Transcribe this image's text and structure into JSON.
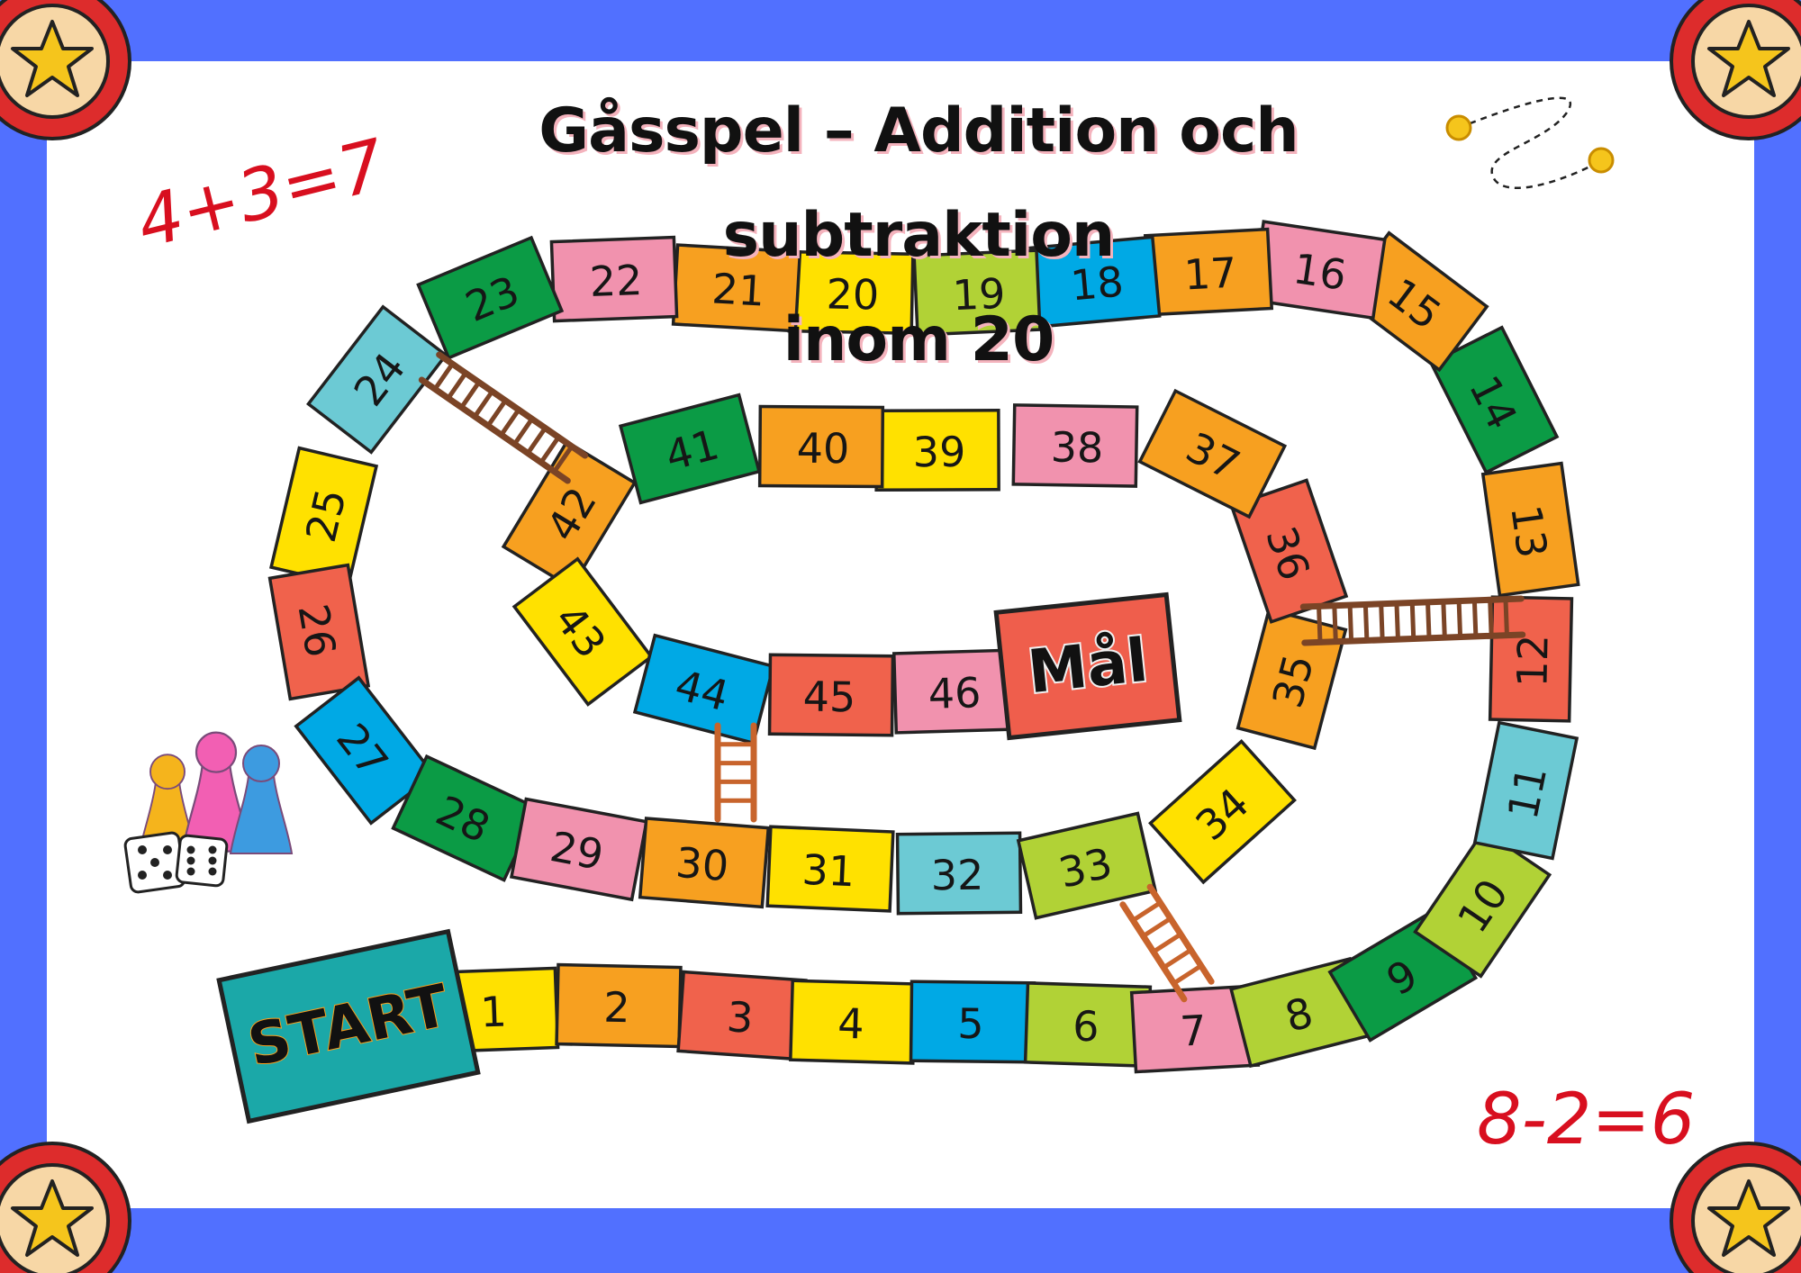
{
  "title_line1": "Gåsspel – Addition och subtraktion",
  "title_line2": "inom 20",
  "equation_left": "4+3=7",
  "equation_right": "8-2=6",
  "start_label": "START",
  "goal_label": "Mål",
  "colors": {
    "frame": "#5170ff",
    "paper": "#ffffff",
    "start_box": "#1ba8a8",
    "goal_box": "#ef5e4c",
    "ladder": "#7b4426",
    "ladder_light": "#c8642c",
    "corner_ring": "#dd2c2c",
    "corner_fill": "#f7d7a6",
    "star": "#f5c51c"
  },
  "squares": [
    {
      "n": "1",
      "color": "#ffe100"
    },
    {
      "n": "2",
      "color": "#f7a020"
    },
    {
      "n": "3",
      "color": "#f0624c"
    },
    {
      "n": "4",
      "color": "#ffe100"
    },
    {
      "n": "5",
      "color": "#00a9e5"
    },
    {
      "n": "6",
      "color": "#b1d236"
    },
    {
      "n": "7",
      "color": "#f192ae"
    },
    {
      "n": "8",
      "color": "#b1d236"
    },
    {
      "n": "9",
      "color": "#0b9b45"
    },
    {
      "n": "10",
      "color": "#b1d236"
    },
    {
      "n": "11",
      "color": "#6ccad4"
    },
    {
      "n": "12",
      "color": "#f0624c"
    },
    {
      "n": "13",
      "color": "#f7a020"
    },
    {
      "n": "14",
      "color": "#0b9b45"
    },
    {
      "n": "15",
      "color": "#f7a020"
    },
    {
      "n": "16",
      "color": "#f192ae"
    },
    {
      "n": "17",
      "color": "#f7a020"
    },
    {
      "n": "18",
      "color": "#00a9e5"
    },
    {
      "n": "19",
      "color": "#b1d236"
    },
    {
      "n": "20",
      "color": "#ffe100"
    },
    {
      "n": "21",
      "color": "#f7a020"
    },
    {
      "n": "22",
      "color": "#f192ae"
    },
    {
      "n": "23",
      "color": "#0b9b45"
    },
    {
      "n": "24",
      "color": "#6ccad4"
    },
    {
      "n": "25",
      "color": "#ffe100"
    },
    {
      "n": "26",
      "color": "#f0624c"
    },
    {
      "n": "27",
      "color": "#00a9e5"
    },
    {
      "n": "28",
      "color": "#0b9b45"
    },
    {
      "n": "29",
      "color": "#f192ae"
    },
    {
      "n": "30",
      "color": "#f7a020"
    },
    {
      "n": "31",
      "color": "#ffe100"
    },
    {
      "n": "32",
      "color": "#6ccad4"
    },
    {
      "n": "33",
      "color": "#b1d236"
    },
    {
      "n": "34",
      "color": "#ffe100"
    },
    {
      "n": "35",
      "color": "#f7a020"
    },
    {
      "n": "36",
      "color": "#f0624c"
    },
    {
      "n": "37",
      "color": "#f7a020"
    },
    {
      "n": "38",
      "color": "#f192ae"
    },
    {
      "n": "39",
      "color": "#ffe100"
    },
    {
      "n": "40",
      "color": "#f7a020"
    },
    {
      "n": "41",
      "color": "#0b9b45"
    },
    {
      "n": "42",
      "color": "#f7a020"
    },
    {
      "n": "43",
      "color": "#ffe100"
    },
    {
      "n": "44",
      "color": "#00a9e5"
    },
    {
      "n": "45",
      "color": "#f0624c"
    },
    {
      "n": "46",
      "color": "#f192ae"
    }
  ],
  "pawns": [
    {
      "color": "#f5b41c"
    },
    {
      "color": "#f25fb3"
    },
    {
      "color": "#3d9be0"
    }
  ]
}
